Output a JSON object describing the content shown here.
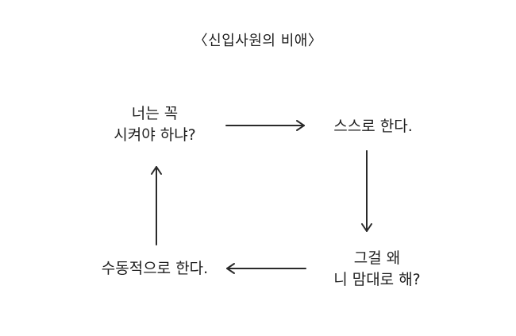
{
  "title": "〈신입사원의 비애〉",
  "nodes": {
    "top_left": {
      "line1": "너는 꼭",
      "line2": "시켜야 하냐?"
    },
    "top_right": {
      "line1": "스스로 한다."
    },
    "bottom_right": {
      "line1": "그걸 왜",
      "line2": "니 맘대로 해?"
    },
    "bottom_left": {
      "line1": "수동적으로 한다."
    }
  },
  "colors": {
    "text": "#1e1e1e",
    "arrow": "#2a2a2a",
    "background": "#ffffff"
  }
}
